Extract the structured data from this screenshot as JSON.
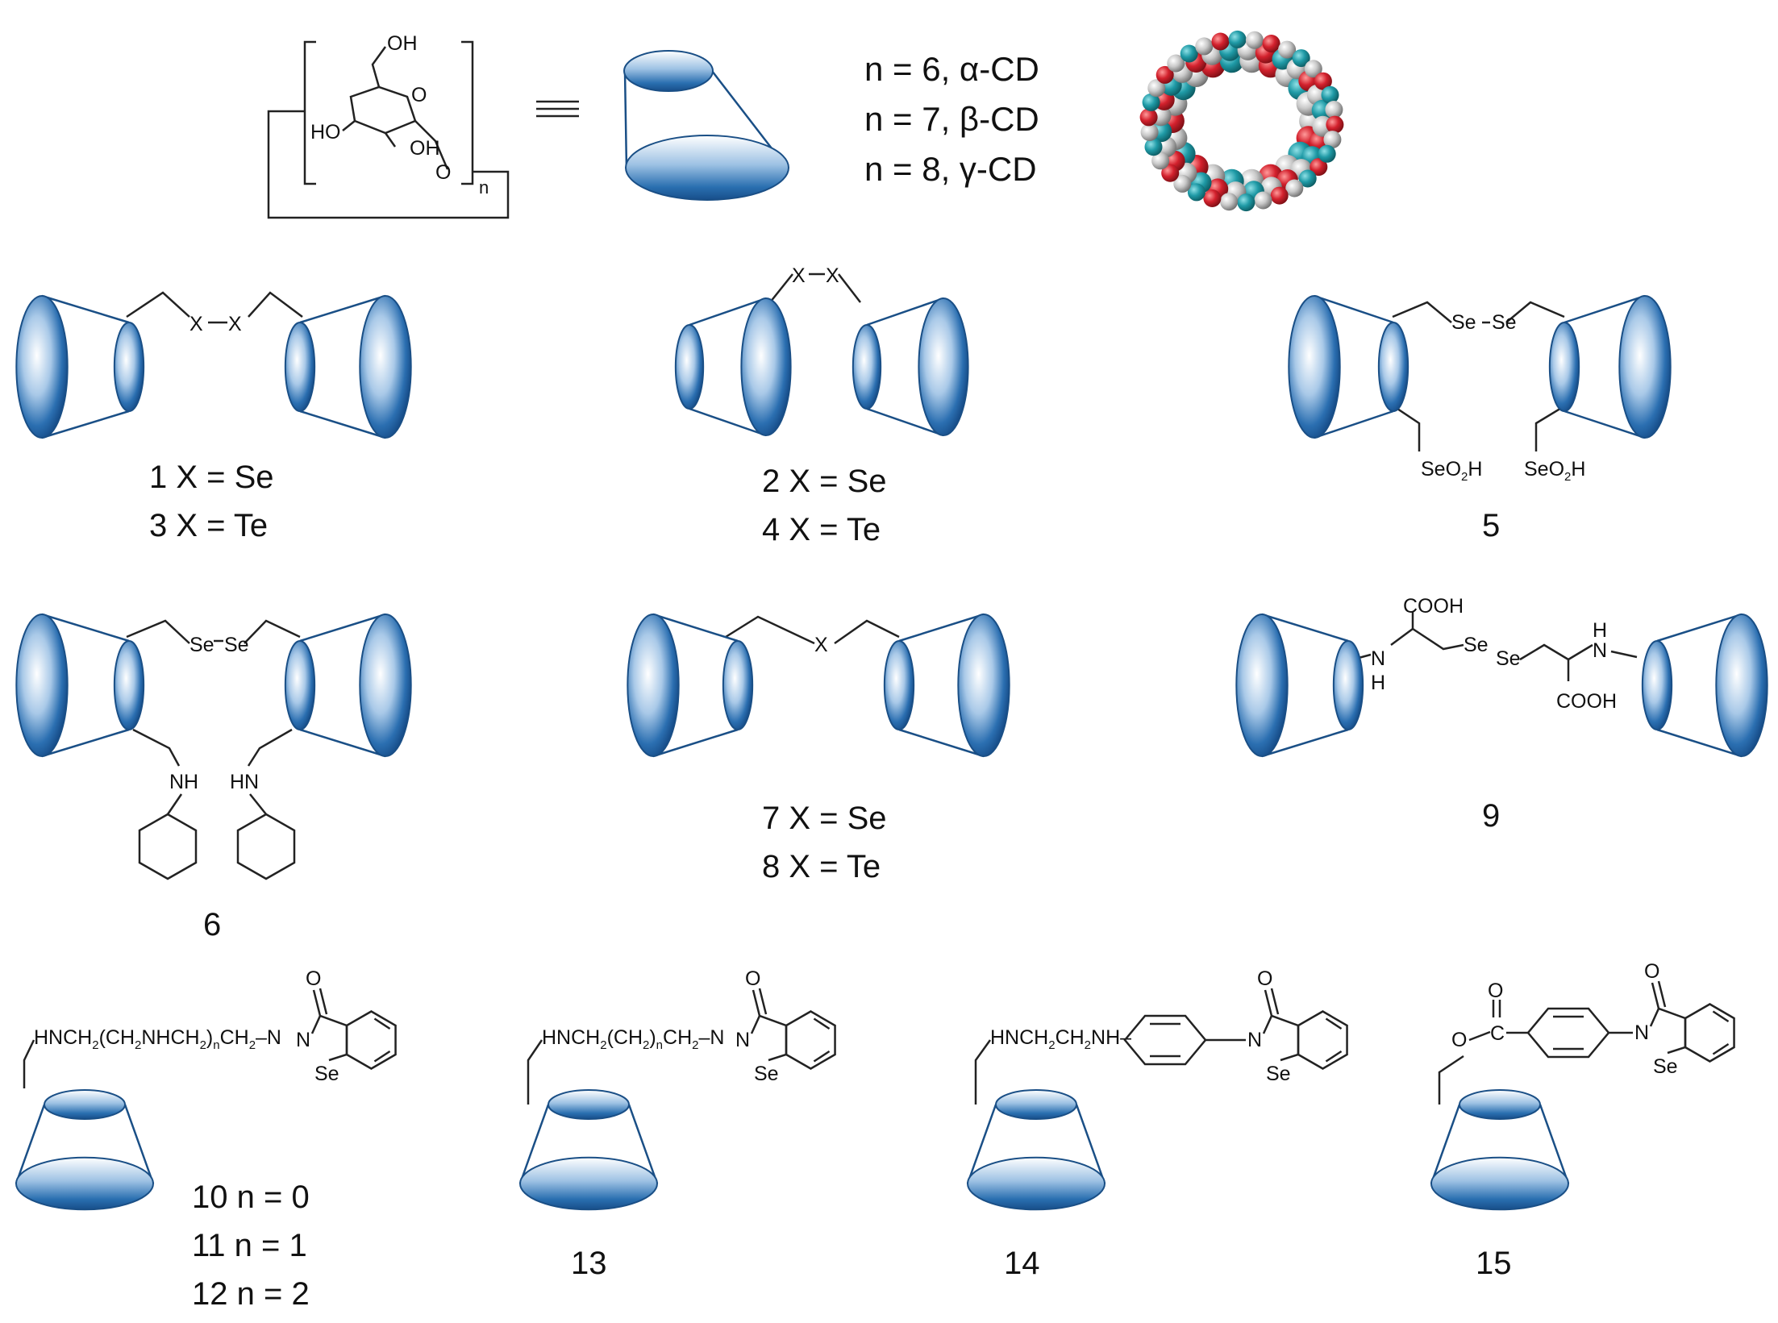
{
  "header": {
    "n_alpha": "n = 6, α-CD",
    "n_beta": "n = 7, β-CD",
    "n_gamma": "n = 8, γ-CD",
    "repeat_n": "n",
    "glucose_atoms": {
      "oh_top": "OH",
      "o_ring": "O",
      "ho": "HO",
      "oh": "OH",
      "o_link": "O"
    }
  },
  "compounds": {
    "c1": {
      "label1": "1 X = Se",
      "label2": "3 X = Te",
      "x1": "X",
      "x2": "X"
    },
    "c2": {
      "label1": "2 X = Se",
      "label2": "4 X = Te",
      "x1": "X",
      "x2": "X"
    },
    "c5": {
      "label": "5",
      "se1": "Se",
      "se2": "Se",
      "seo2h": "SeO",
      "seo2h_sub": "2",
      "seo2h_tail": "H"
    },
    "c6": {
      "label": "6",
      "se1": "Se",
      "se2": "Se",
      "nh": "NH",
      "hn": "HN"
    },
    "c7": {
      "label1": "7 X = Se",
      "label2": "8 X = Te",
      "x": "X"
    },
    "c9": {
      "label": "9",
      "cooh": "COOH",
      "n": "N",
      "h": "H",
      "se1": "Se",
      "se2": "Se"
    },
    "c10": {
      "label1": "10 n = 0",
      "label2": "11 n = 1",
      "label3": "12 n = 2",
      "chain_a": "HNCH",
      "chain_b": "(CH",
      "chain_c": "NHCH",
      "chain_d": ")",
      "chain_e": "CH",
      "chain_f": "–N"
    },
    "c13": {
      "label": "13",
      "chain_a": "HNCH",
      "chain_b": "(CH",
      "chain_c": ")",
      "chain_d": "CH",
      "chain_e": "–N"
    },
    "c14": {
      "label": "14",
      "chain_a": "HNCH",
      "chain_b": "CH",
      "chain_c": "NH–"
    },
    "c15": {
      "label": "15",
      "o_ester": "O",
      "c_ester": "C",
      "o_carbonyl": "O"
    },
    "ebselen": {
      "se": "Se",
      "n": "N",
      "o": "O"
    }
  },
  "colors": {
    "cone_blue": "#1d5e9e",
    "cone_light": "#ffffff",
    "oxygen": "#d3212d",
    "carbon": "#1f9aa6",
    "hydrogen": "#bdbdbd"
  }
}
